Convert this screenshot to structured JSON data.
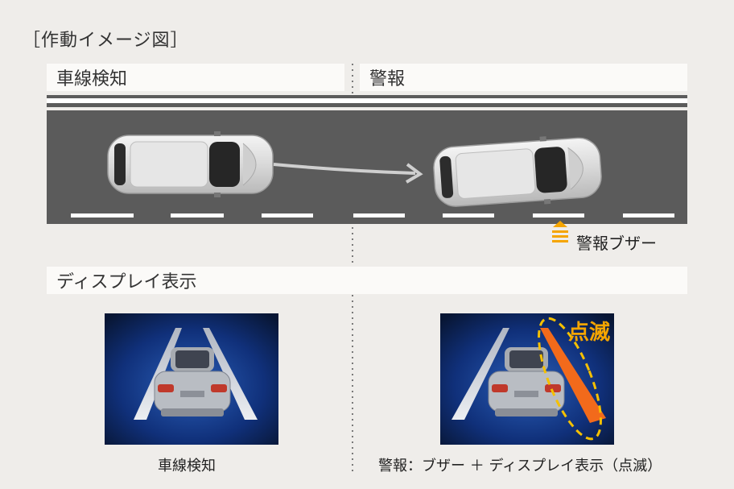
{
  "page": {
    "title": "［作動イメージ図］"
  },
  "phases": {
    "detect_label": "車線検知",
    "alert_label": "警報"
  },
  "buzzer": {
    "label": "警報ブザー",
    "icon": "buzzer-icon",
    "color": "#f5a500"
  },
  "display": {
    "label": "ディスプレイ表示",
    "blink_label": "点滅",
    "blink_color": "#f5a500",
    "lane_alert_color": "#f26a1b"
  },
  "captions": {
    "detect": "車線検知",
    "alert": "警報：ブザー ＋ ディスプレイ表示（点滅）"
  }
}
